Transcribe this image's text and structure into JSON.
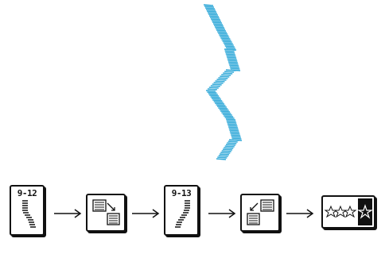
{
  "colors": {
    "stitch_preview": "#2fa8d8",
    "key_border": "#111111",
    "key_fill": "#ffffff",
    "dark_cell": "#111111"
  },
  "sequence": [
    {
      "kind": "stitch-pattern-key",
      "code": "9-12",
      "icon": "zigzag-stitch-icon"
    },
    {
      "kind": "arrow",
      "icon": "arrow-right-icon"
    },
    {
      "kind": "mirror-key",
      "icon": "mirror-down-icon"
    },
    {
      "kind": "arrow",
      "icon": "arrow-right-icon"
    },
    {
      "kind": "stitch-pattern-key",
      "code": "9-13",
      "icon": "zigzag-stitch-icon"
    },
    {
      "kind": "arrow",
      "icon": "arrow-right-icon"
    },
    {
      "kind": "mirror-key",
      "icon": "mirror-up-icon"
    },
    {
      "kind": "arrow",
      "icon": "arrow-right-icon"
    },
    {
      "kind": "repeat-key",
      "icon": "star-repeat-icon"
    }
  ],
  "key1": {
    "code": "9-12"
  },
  "key3": {
    "code": "9-13"
  }
}
